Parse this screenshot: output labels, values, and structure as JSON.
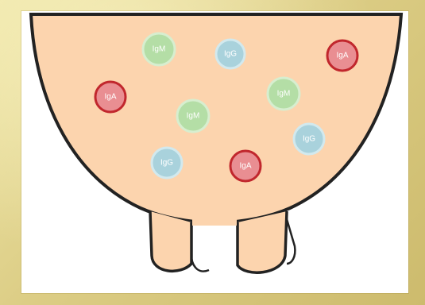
{
  "diagram": {
    "colors": {
      "background": "#e4d893",
      "udder_fill": "#fcd4ae",
      "outline": "#222222",
      "IgM": "#b4dea6",
      "IgG": "#a9d2dc",
      "IgA": "#e98e92",
      "IgA_ring": "#c1272d"
    },
    "antibodies": [
      {
        "label": "IgM",
        "type": "IgM"
      },
      {
        "label": "IgG",
        "type": "IgG"
      },
      {
        "label": "IgA",
        "type": "IgA"
      },
      {
        "label": "IgA",
        "type": "IgA"
      },
      {
        "label": "IgM",
        "type": "IgM"
      },
      {
        "label": "IgM",
        "type": "IgM"
      },
      {
        "label": "IgG",
        "type": "IgG"
      },
      {
        "label": "IgG",
        "type": "IgG"
      },
      {
        "label": "IgA",
        "type": "IgA"
      }
    ]
  }
}
